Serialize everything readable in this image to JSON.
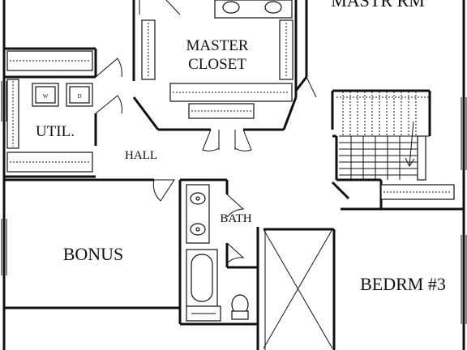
{
  "rooms": {
    "master_bedroom": "MASTR RM",
    "master_closet_line1": "MASTER",
    "master_closet_line2": "CLOSET",
    "utility": "UTIL.",
    "hall": "HALL",
    "bath": "BATH",
    "bonus": "BONUS",
    "bedroom3": "BEDRM #3"
  },
  "appliances": {
    "washer": "W",
    "dryer": "D"
  },
  "colors": {
    "ink": "#111111",
    "background": "#ffffff"
  }
}
